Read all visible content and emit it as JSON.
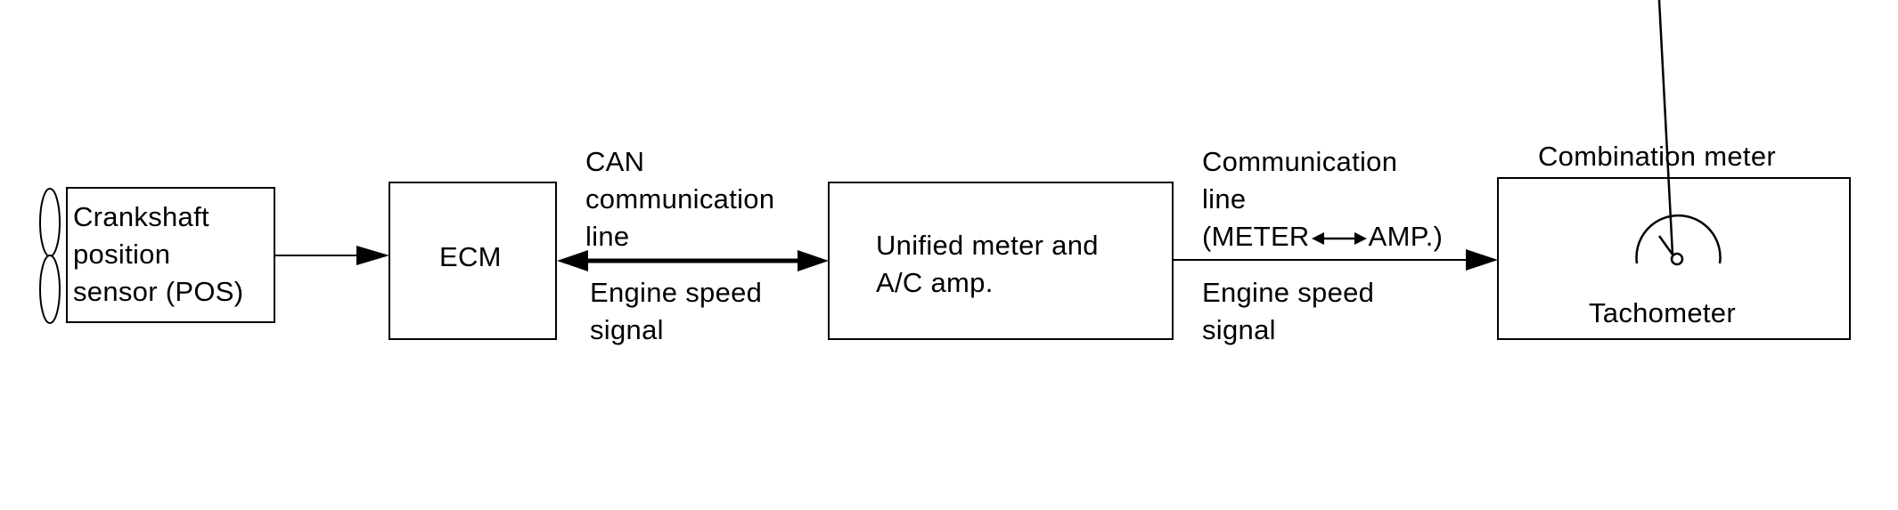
{
  "crankshaft_sensor": {
    "line1": "Crankshaft",
    "line2": "position",
    "line3": "sensor (POS)"
  },
  "ecm": {
    "label": "ECM"
  },
  "can_line": {
    "line1": "CAN",
    "line2": "communication",
    "line3": "line"
  },
  "ecm_signal": {
    "line1": "Engine speed",
    "line2": "signal"
  },
  "unified_meter": {
    "line1": "Unified meter and",
    "line2": "A/C amp."
  },
  "comm_line": {
    "line1": "Communication",
    "line2": "line",
    "line3_left": "(METER",
    "line3_right": "AMP.)"
  },
  "meter_signal": {
    "line1": "Engine speed",
    "line2": "signal"
  },
  "combination_meter": {
    "title": "Combination meter",
    "gauge_label": "Tachometer"
  }
}
